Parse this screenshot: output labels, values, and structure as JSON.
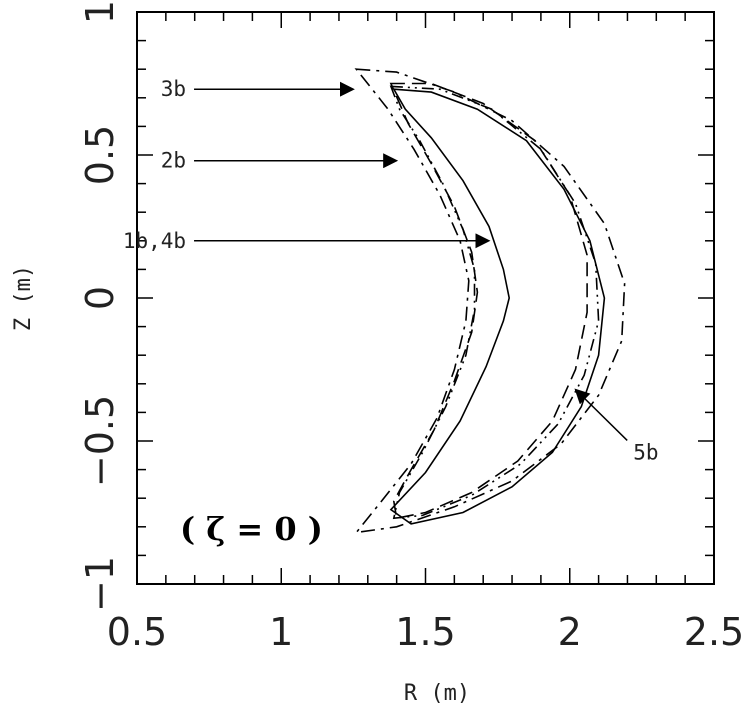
{
  "chart_data": {
    "type": "line",
    "title": "",
    "xlabel": "R (m)",
    "ylabel": "Z (m)",
    "xlim": [
      0.5,
      2.5
    ],
    "ylim": [
      -1,
      1
    ],
    "x_ticks": [
      0.5,
      1,
      1.5,
      2,
      2.5
    ],
    "x_tick_labels": [
      "0.5",
      "1",
      "1.5",
      "2",
      "2.5"
    ],
    "y_ticks": [
      -1,
      -0.5,
      0,
      0.5,
      1
    ],
    "y_tick_labels": [
      "−1",
      "−0.5",
      "0",
      "0.5",
      "1"
    ],
    "inset_label": "( ζ = 0 )",
    "series": [
      {
        "name": "1b,4b",
        "style": "solid",
        "points": [
          [
            1.39,
            0.73
          ],
          [
            1.52,
            0.72
          ],
          [
            1.68,
            0.66
          ],
          [
            1.85,
            0.55
          ],
          [
            1.98,
            0.38
          ],
          [
            2.07,
            0.2
          ],
          [
            2.12,
            0.0
          ],
          [
            2.1,
            -0.2
          ],
          [
            2.04,
            -0.38
          ],
          [
            1.94,
            -0.54
          ],
          [
            1.8,
            -0.66
          ],
          [
            1.63,
            -0.75
          ],
          [
            1.45,
            -0.79
          ],
          [
            1.38,
            -0.74
          ],
          [
            1.5,
            -0.61
          ],
          [
            1.62,
            -0.43
          ],
          [
            1.71,
            -0.24
          ],
          [
            1.77,
            -0.08
          ],
          [
            1.79,
            0.0
          ],
          [
            1.77,
            0.1
          ],
          [
            1.72,
            0.25
          ],
          [
            1.63,
            0.41
          ],
          [
            1.52,
            0.56
          ],
          [
            1.43,
            0.66
          ],
          [
            1.39,
            0.73
          ]
        ]
      },
      {
        "name": "2b",
        "style": "dash",
        "points": [
          [
            1.38,
            0.75
          ],
          [
            1.52,
            0.75
          ],
          [
            1.7,
            0.68
          ],
          [
            1.88,
            0.55
          ],
          [
            2.0,
            0.36
          ],
          [
            2.06,
            0.15
          ],
          [
            2.06,
            -0.05
          ],
          [
            2.02,
            -0.25
          ],
          [
            1.94,
            -0.43
          ],
          [
            1.82,
            -0.57
          ],
          [
            1.66,
            -0.68
          ],
          [
            1.5,
            -0.75
          ],
          [
            1.4,
            -0.77
          ],
          [
            1.39,
            -0.71
          ],
          [
            1.45,
            -0.6
          ],
          [
            1.53,
            -0.46
          ],
          [
            1.6,
            -0.29
          ],
          [
            1.66,
            -0.12
          ],
          [
            1.68,
            0.02
          ],
          [
            1.66,
            0.16
          ],
          [
            1.6,
            0.32
          ],
          [
            1.52,
            0.47
          ],
          [
            1.44,
            0.61
          ],
          [
            1.38,
            0.75
          ]
        ]
      },
      {
        "name": "3b",
        "style": "dashdot",
        "points": [
          [
            1.26,
            0.8
          ],
          [
            1.4,
            0.79
          ],
          [
            1.6,
            0.72
          ],
          [
            1.8,
            0.62
          ],
          [
            1.98,
            0.46
          ],
          [
            2.12,
            0.26
          ],
          [
            2.19,
            0.05
          ],
          [
            2.18,
            -0.15
          ],
          [
            2.1,
            -0.34
          ],
          [
            1.97,
            -0.51
          ],
          [
            1.8,
            -0.64
          ],
          [
            1.6,
            -0.73
          ],
          [
            1.4,
            -0.8
          ],
          [
            1.26,
            -0.82
          ],
          [
            1.34,
            -0.72
          ],
          [
            1.45,
            -0.58
          ],
          [
            1.54,
            -0.42
          ],
          [
            1.6,
            -0.25
          ],
          [
            1.64,
            -0.08
          ],
          [
            1.65,
            0.06
          ],
          [
            1.62,
            0.2
          ],
          [
            1.55,
            0.36
          ],
          [
            1.46,
            0.52
          ],
          [
            1.37,
            0.66
          ],
          [
            1.26,
            0.8
          ]
        ]
      },
      {
        "name": "5b",
        "style": "dashdotdot",
        "points": [
          [
            1.38,
            0.74
          ],
          [
            1.55,
            0.73
          ],
          [
            1.73,
            0.66
          ],
          [
            1.9,
            0.52
          ],
          [
            2.02,
            0.33
          ],
          [
            2.09,
            0.12
          ],
          [
            2.1,
            -0.08
          ],
          [
            2.05,
            -0.27
          ],
          [
            1.96,
            -0.44
          ],
          [
            1.83,
            -0.58
          ],
          [
            1.66,
            -0.69
          ],
          [
            1.49,
            -0.76
          ],
          [
            1.39,
            -0.77
          ],
          [
            1.41,
            -0.68
          ],
          [
            1.49,
            -0.54
          ],
          [
            1.57,
            -0.38
          ],
          [
            1.64,
            -0.2
          ],
          [
            1.67,
            -0.04
          ],
          [
            1.67,
            0.1
          ],
          [
            1.63,
            0.24
          ],
          [
            1.56,
            0.4
          ],
          [
            1.48,
            0.55
          ],
          [
            1.41,
            0.66
          ],
          [
            1.38,
            0.74
          ]
        ]
      }
    ],
    "annotations": [
      {
        "text": "3b",
        "x_text": 0.67,
        "y_text": 0.73,
        "x_arrow": 1.25,
        "y_arrow": 0.73
      },
      {
        "text": "2b",
        "x_text": 0.67,
        "y_text": 0.48,
        "x_arrow": 1.4,
        "y_arrow": 0.48
      },
      {
        "text": "1b,4b",
        "x_text": 0.67,
        "y_text": 0.2,
        "x_arrow": 1.72,
        "y_arrow": 0.2
      },
      {
        "text": "5b",
        "x_text": 2.22,
        "y_text": -0.54,
        "x_arrow": 2.02,
        "y_arrow": -0.32
      }
    ]
  }
}
